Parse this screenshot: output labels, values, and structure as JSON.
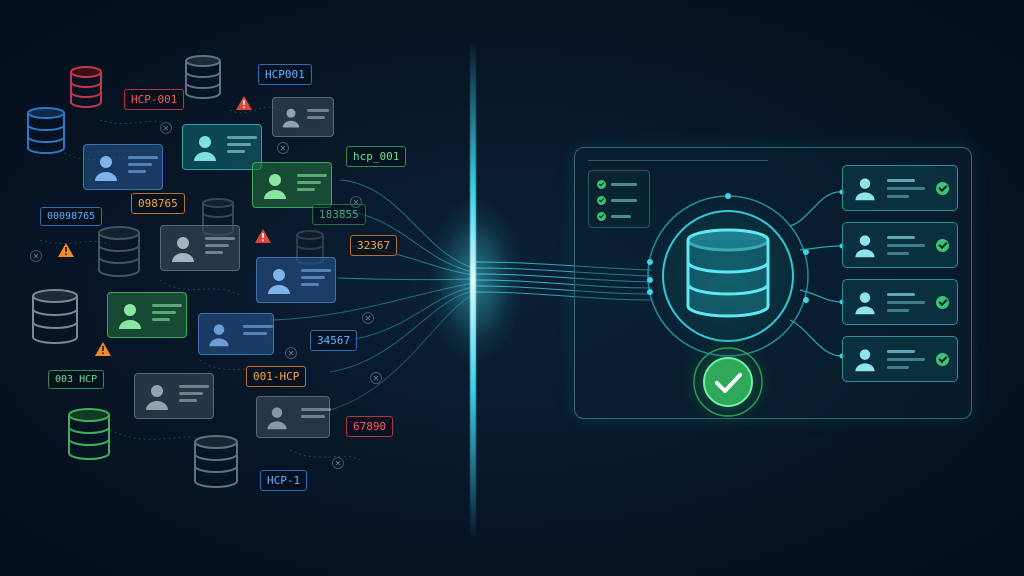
{
  "tags": {
    "hcp_001_red": "HCP-001",
    "hcp001_blue": "HCP001",
    "hcp_001_green": "hcp_001",
    "id_098765": "098765",
    "id_00098765": "00098765",
    "id_183855": "183855",
    "id_32367": "32367",
    "id_34567": "34567",
    "id_003hcp": "003 HCP",
    "id_001hcp": "001-HCP",
    "id_67890": "67890",
    "hcp_1": "HCP-1"
  },
  "colors": {
    "background": "#071526",
    "beam": "#3ee6ff",
    "success": "#3ec27a",
    "panel_border": "#2b6b78"
  },
  "icons": {
    "database": "database-icon",
    "profile": "user-icon",
    "warning": "warning-icon",
    "error": "close-icon",
    "verified": "checkmark-icon"
  }
}
